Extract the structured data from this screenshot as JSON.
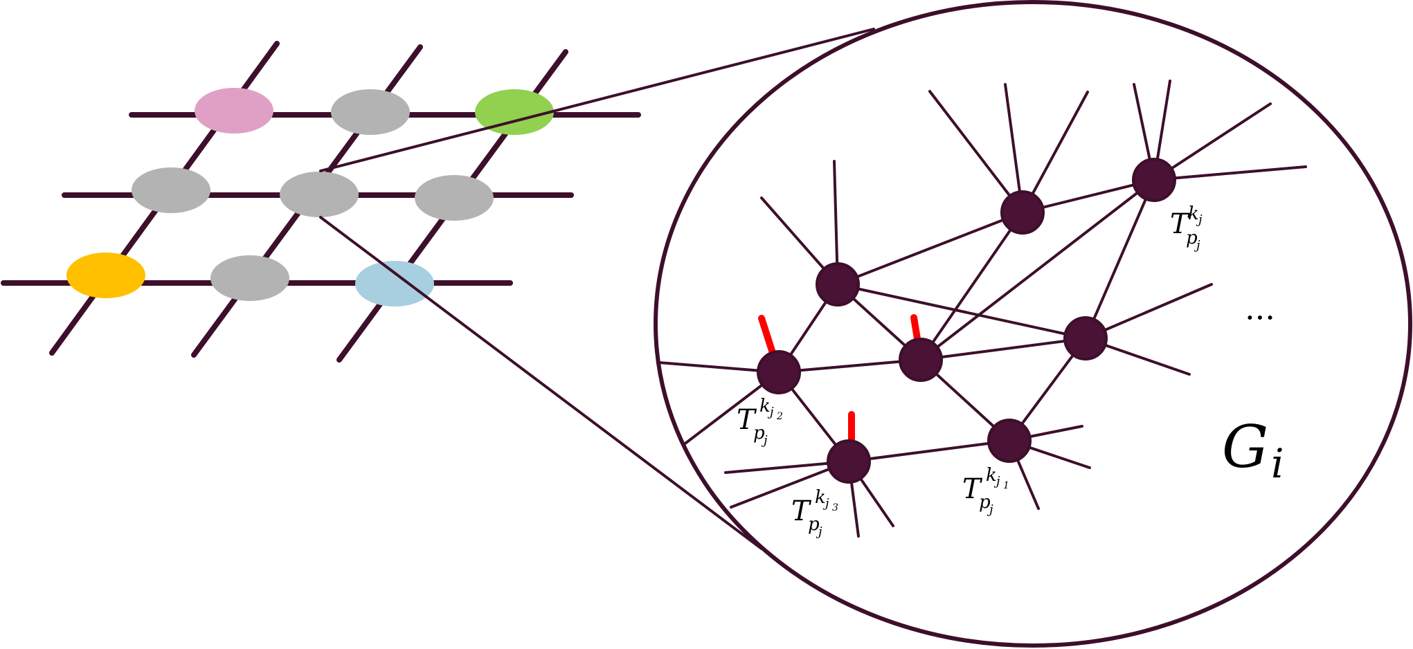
{
  "colors": {
    "edge": "#3d0f2b",
    "node_fill": "#4a1235",
    "marker": "#ff0000",
    "lattice_grey": "#b3b3b3",
    "lattice_pink": "#e0a0c6",
    "lattice_green": "#92d050",
    "lattice_yellow": "#ffc000",
    "lattice_blue": "#a7cfe0"
  },
  "lattice": {
    "node_colors": [
      [
        "pink",
        "grey",
        "green"
      ],
      [
        "grey",
        "grey",
        "grey"
      ],
      [
        "yellow",
        "grey",
        "blue"
      ]
    ]
  },
  "zoom": {
    "graph_label_main": "G",
    "graph_label_sub": "i",
    "ellipsis": "···"
  },
  "labels": {
    "top": {
      "base": "T",
      "sub": "p",
      "subsub": "j",
      "sup": "k",
      "supsub": "j",
      "supsubsub": ""
    },
    "left": {
      "base": "T",
      "sub": "p",
      "subsub": "j",
      "sup": "k",
      "supsub": "j",
      "supsubsub": "2"
    },
    "bottom_mid": {
      "base": "T",
      "sub": "p",
      "subsub": "j",
      "sup": "k",
      "supsub": "j",
      "supsubsub": "1"
    },
    "bottom_left": {
      "base": "T",
      "sub": "p",
      "subsub": "j",
      "sup": "k",
      "supsub": "j",
      "supsubsub": "3"
    }
  }
}
